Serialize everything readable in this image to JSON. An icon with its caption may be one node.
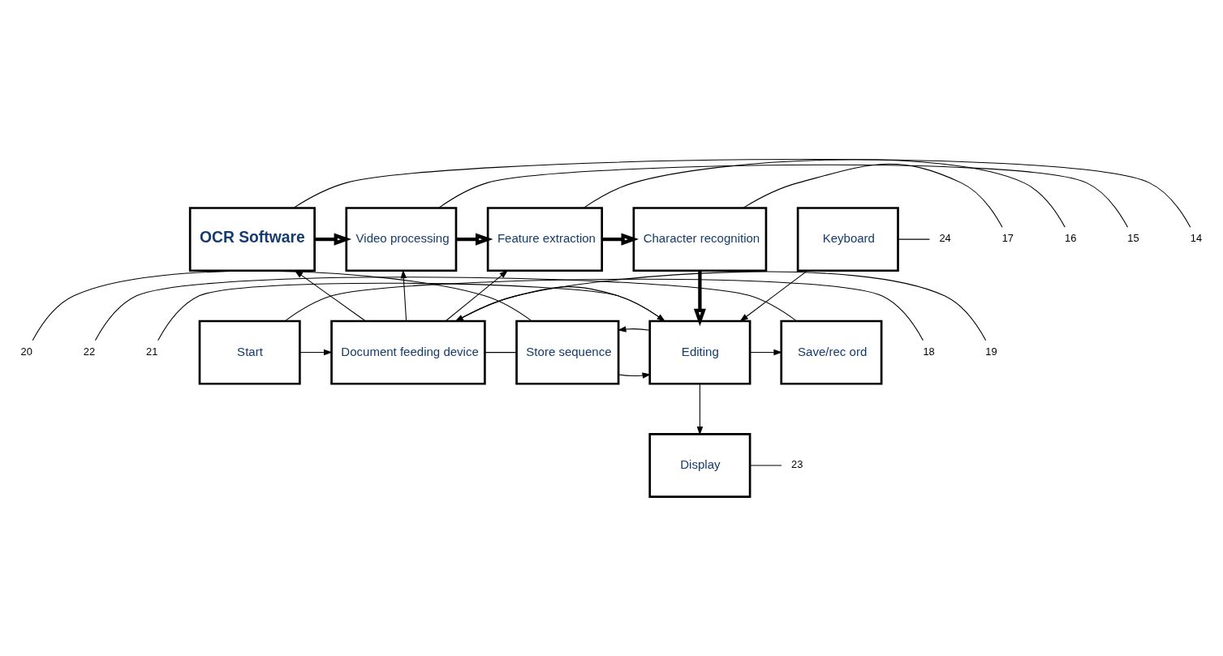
{
  "diagram": {
    "nodes": [
      {
        "text": [
          "OCR Software"
        ]
      },
      {
        "text": [
          "Video processing"
        ]
      },
      {
        "text": [
          "Feature extraction"
        ]
      },
      {
        "text": [
          "Character recognition"
        ]
      },
      {
        "text": [
          "Start"
        ]
      },
      {
        "text": [
          "Document feeding device"
        ]
      },
      {
        "text": [
          "Store sequence"
        ]
      },
      {
        "text": [
          "Editing"
        ]
      },
      {
        "text": [
          "Save/rec ord"
        ]
      },
      {
        "text": [
          "Display"
        ]
      },
      {
        "text": [
          "Keyboard"
        ]
      },
      {
        "text": [
          "14"
        ]
      },
      {
        "text": [
          "15"
        ]
      },
      {
        "text": [
          "16"
        ]
      },
      {
        "text": [
          "17"
        ]
      },
      {
        "text": [
          "18"
        ]
      },
      {
        "text": [
          "19"
        ]
      },
      {
        "text": [
          "20"
        ]
      },
      {
        "text": [
          "21"
        ]
      },
      {
        "text": [
          "22"
        ]
      },
      {
        "text": [
          "23"
        ]
      },
      {
        "text": [
          "24"
        ]
      }
    ],
    "edges": [
      {
        "from": 0,
        "to": 1,
        "arrow": "to",
        "style": "thick"
      },
      {
        "from": 1,
        "to": 2,
        "arrow": "to",
        "style": "thick"
      },
      {
        "from": 2,
        "to": 3,
        "arrow": "to",
        "style": "thick"
      },
      {
        "from": 3,
        "to": 7,
        "arrow": "to",
        "style": "thick"
      },
      {
        "from": 5,
        "to": 0,
        "arrow": "to"
      },
      {
        "from": 5,
        "to": 1,
        "arrow": "to"
      },
      {
        "from": 5,
        "to": 2,
        "arrow": "to"
      },
      {
        "from": 4,
        "to": 5,
        "arrow": "to"
      },
      {
        "from": 5,
        "to": 6,
        "arrow": "none"
      },
      {
        "from": 6,
        "to": 7,
        "arrow": "to"
      },
      {
        "from": 7,
        "to": 6,
        "arrow": "to"
      },
      {
        "from": 7,
        "to": 8,
        "arrow": "to"
      },
      {
        "from": 7,
        "to": 9,
        "arrow": "to"
      },
      {
        "from": 10,
        "to": 7,
        "arrow": "to"
      },
      {
        "from": 7,
        "to": 5,
        "arrow": "both"
      },
      {
        "from": 11,
        "to": 0,
        "arrow": "none"
      },
      {
        "from": 12,
        "to": 1,
        "arrow": "none"
      },
      {
        "from": 13,
        "to": 2,
        "arrow": "none"
      },
      {
        "from": 14,
        "to": 3,
        "arrow": "none"
      },
      {
        "from": 15,
        "to": 4,
        "arrow": "none"
      },
      {
        "from": 16,
        "to": 5,
        "arrow": "none"
      },
      {
        "from": 17,
        "to": 6,
        "arrow": "none"
      },
      {
        "from": 18,
        "to": 7,
        "arrow": "none"
      },
      {
        "from": 19,
        "to": 8,
        "arrow": "none"
      },
      {
        "from": 20,
        "to": 9,
        "arrow": "none"
      },
      {
        "from": 21,
        "to": 10,
        "arrow": "none"
      }
    ]
  }
}
